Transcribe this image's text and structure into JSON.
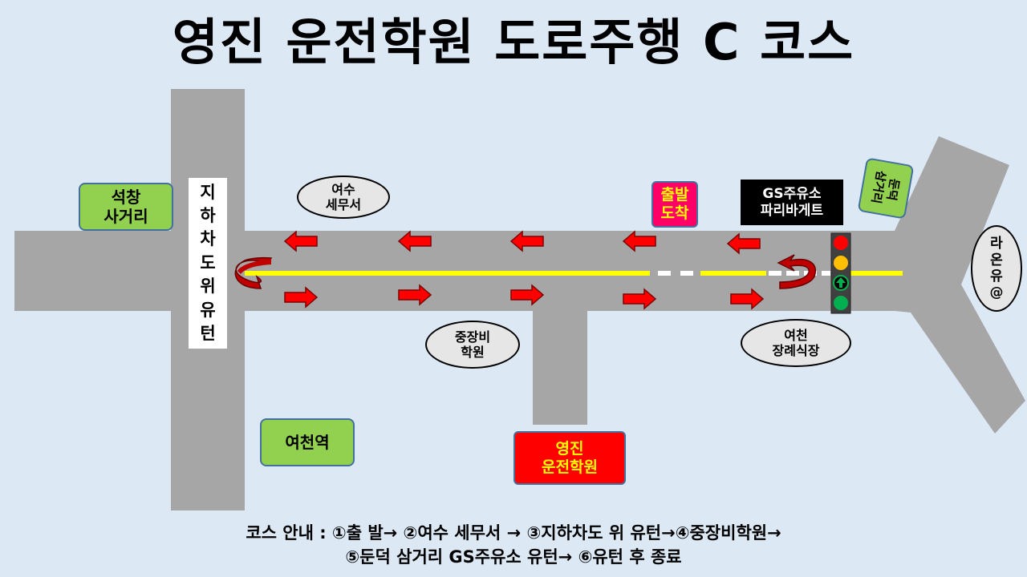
{
  "title": "영진 운전학원 도로주행 C 코스",
  "labels": {
    "seokchang": "석창\n사거리",
    "underpass": "지\n하\n차\n도\n위\n유\n턴",
    "yeosu_tax": "여수\n세무서",
    "start_end": "출발\n도착",
    "gs": "GS주유소\n파리바게트",
    "dunduk": "둔덕\n삼거리",
    "raon": "라\n온\n유\n@",
    "jungjang": "중장비\n학원",
    "funeral": "여천\n장례식장",
    "station": "여천역",
    "school": "영진\n운전학원"
  },
  "guide": {
    "line1": "코스 안내 : ①출 발→ ②여수 세무서 → ③지하차도 위 유턴→④중장비학원→",
    "line2": "⑤둔덕 삼거리 GS주유소 유턴→ ⑥유턴 후 종료"
  },
  "colors": {
    "road": "#a6a6a6",
    "center_line": "#ffff00",
    "arrow": "#ff0000",
    "green_label": "#92d050",
    "start_label": "#ff0066",
    "school_label": "#ff0000"
  }
}
